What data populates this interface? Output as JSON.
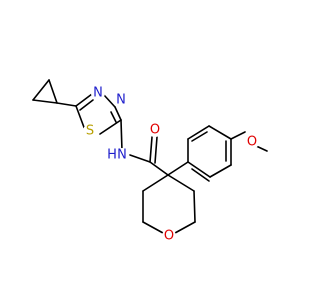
{
  "molecule": {
    "colors": {
      "bond": "#000000",
      "carbon": "#000000",
      "nitrogen": "#1f1fcc",
      "oxygen": "#e00000",
      "sulfur": "#b8a000"
    },
    "atom_labels": {
      "n_ring_1": "N",
      "n_ring_2": "N",
      "s_ring": "S",
      "nh": "N",
      "nh_h": "H",
      "o_carbonyl": "O",
      "o_methoxy": "O",
      "o_ring": "O"
    }
  }
}
